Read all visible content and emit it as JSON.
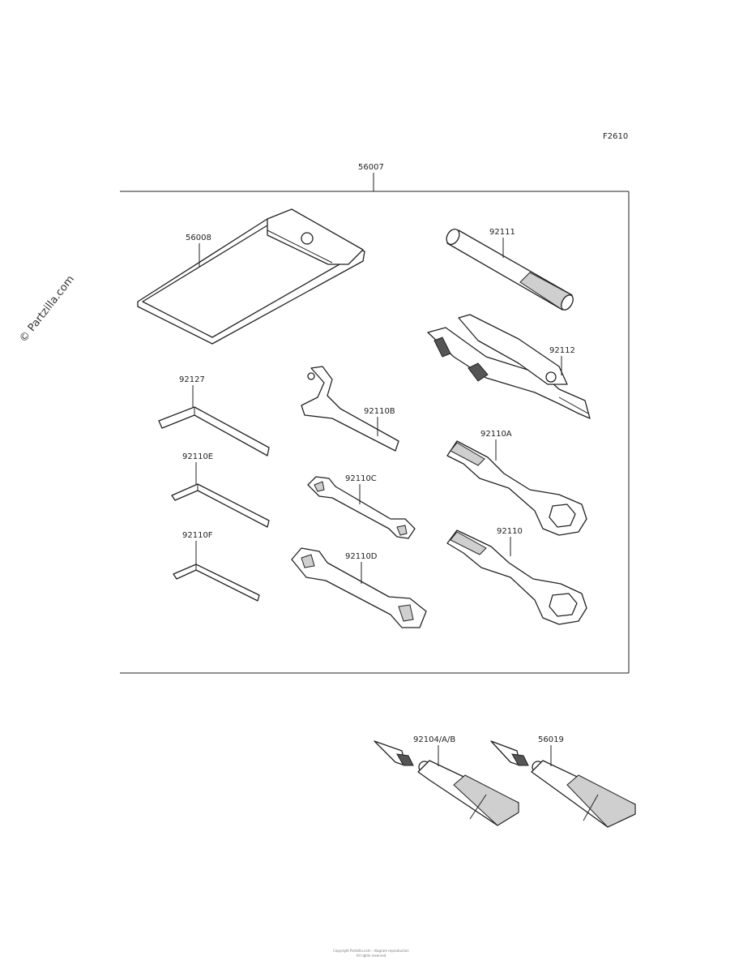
{
  "figure_code": "F2610",
  "kit_label": "56007",
  "watermark": "© Partzilla.com",
  "parts": {
    "case": "56008",
    "handle": "92111",
    "pliers": "92112",
    "hex_a": "92127",
    "hex_b": "92110E",
    "hex_c": "92110F",
    "hook_wrench": "92110B",
    "open_wrench_small": "92110C",
    "open_wrench_large": "92110D",
    "ring_wrench_a": "92110A",
    "ring_wrench_b": "92110",
    "tube_a": "92104/A/B",
    "tube_b": "56019"
  },
  "footer": {
    "line1": "Copyright Partzilla.com · diagram reproduction",
    "line2": "All rights reserved"
  }
}
